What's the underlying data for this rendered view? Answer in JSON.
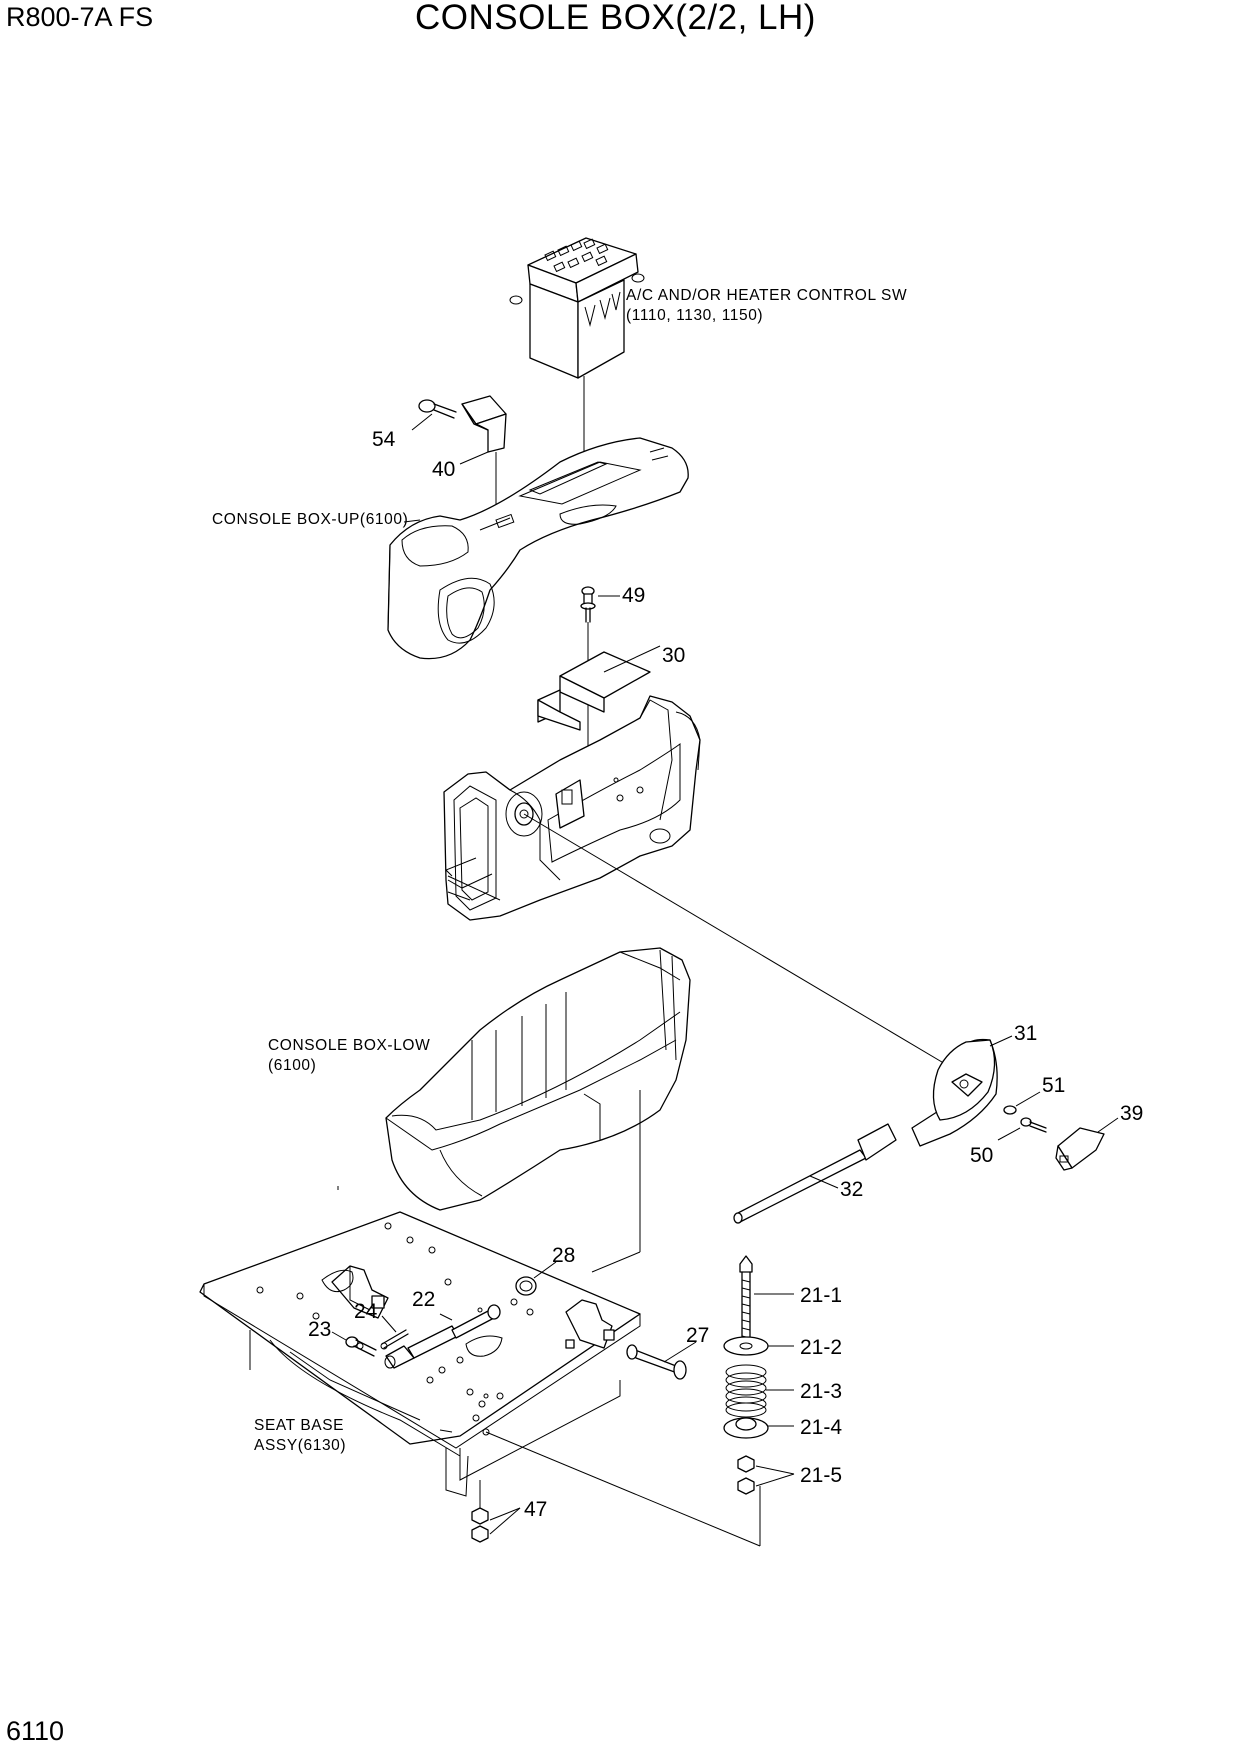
{
  "header": {
    "model": "R800-7A  FS",
    "title": "CONSOLE BOX(2/2, LH)"
  },
  "footer": {
    "page_number": "6110"
  },
  "labels": {
    "ac_line1": "A/C AND/OR HEATER CONTROL SW",
    "ac_line2": "(1110, 1130, 1150)",
    "console_up": "CONSOLE BOX-UP(6100)",
    "console_low_line1": "CONSOLE BOX-LOW",
    "console_low_line2": "(6100)",
    "seat_base_line1": "SEAT BASE",
    "seat_base_line2": "ASSY(6130)"
  },
  "parts": {
    "p54": "54",
    "p40": "40",
    "p49": "49",
    "p30": "30",
    "p31": "31",
    "p51": "51",
    "p39": "39",
    "p50": "50",
    "p32": "32",
    "p28": "28",
    "p22": "22",
    "p24": "24",
    "p23": "23",
    "p27": "27",
    "p21_1": "21-1",
    "p21_2": "21-2",
    "p21_3": "21-3",
    "p21_4": "21-4",
    "p21_5": "21-5",
    "p47": "47"
  }
}
